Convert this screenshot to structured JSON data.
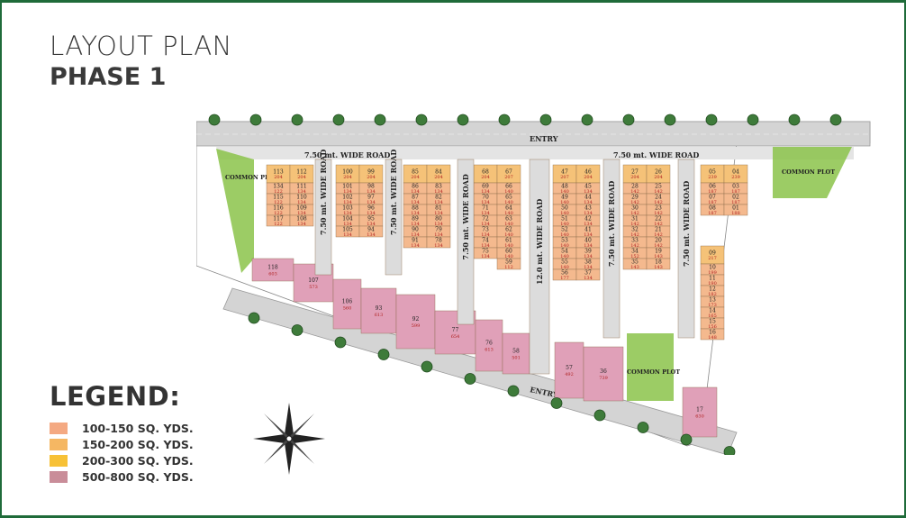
{
  "header": {
    "title": "LAYOUT PLAN",
    "subtitle": "PHASE 1"
  },
  "legend": {
    "title": "LEGEND:",
    "items": [
      {
        "label": "100-150 SQ. YDS.",
        "color": "#f4a982"
      },
      {
        "label": "150-200 SQ. YDS.",
        "color": "#f5b763"
      },
      {
        "label": "200-300 SQ. YDS.",
        "color": "#f7c136"
      },
      {
        "label": "500-800 SQ. YDS.",
        "color": "#c98d99"
      }
    ]
  },
  "map": {
    "entry_top": "ENTRY",
    "entry_bottom": "ENTRY",
    "road_top_left": "7.50 mt. WIDE ROAD",
    "road_top_right": "7.50 mt. WIDE ROAD",
    "road_v1": "7.50 mt. WIDE ROAD",
    "road_v2": "7.50 mt. WIDE ROAD",
    "road_v3": "7.50 mt. WIDE ROAD",
    "road_main": "12.0 mt. WIDE ROAD",
    "road_v4": "7.50 mt. WIDE ROAD",
    "road_v5": "7.50 mt. WIDE ROAD",
    "common_plot_left": "COMMON PLOT",
    "common_plot_right": "COMMON PLOT",
    "common_plot_bottom": "COMMON PLOT",
    "colors": {
      "small": "#f4b98e",
      "medium": "#f5c278",
      "large": "#e0a0b8",
      "park": "#8bc34a",
      "road": "#dcdcdc"
    },
    "small_blocks": [
      {
        "plots": [
          [
            "113",
            "204"
          ],
          [
            "134",
            "122"
          ],
          [
            "115",
            "122"
          ],
          [
            "116",
            "122"
          ],
          [
            "117",
            "122"
          ]
        ],
        "col2": [
          [
            "112",
            "204"
          ],
          [
            "111",
            "134"
          ],
          [
            "110",
            "134"
          ],
          [
            "109",
            "134"
          ],
          [
            "108",
            "134"
          ]
        ]
      },
      {
        "plots": [
          [
            "100",
            "204"
          ],
          [
            "101",
            "134"
          ],
          [
            "102",
            "134"
          ],
          [
            "103",
            "134"
          ],
          [
            "104",
            "134"
          ],
          [
            "105",
            "134"
          ]
        ],
        "col2": [
          [
            "99",
            "204"
          ],
          [
            "98",
            "134"
          ],
          [
            "97",
            "134"
          ],
          [
            "96",
            "134"
          ],
          [
            "95",
            "134"
          ],
          [
            "94",
            "134"
          ]
        ]
      },
      {
        "plots": [
          [
            "85",
            "204"
          ],
          [
            "86",
            "134"
          ],
          [
            "87",
            "134"
          ],
          [
            "88",
            "134"
          ],
          [
            "89",
            "134"
          ],
          [
            "90",
            "134"
          ],
          [
            "91",
            "134"
          ]
        ],
        "col2": [
          [
            "84",
            "204"
          ],
          [
            "83",
            "134"
          ],
          [
            "82",
            "134"
          ],
          [
            "81",
            "134"
          ],
          [
            "80",
            "134"
          ],
          [
            "79",
            "134"
          ],
          [
            "78",
            "134"
          ]
        ]
      },
      {
        "plots": [
          [
            "68",
            "204"
          ],
          [
            "69",
            "134"
          ],
          [
            "70",
            "134"
          ],
          [
            "71",
            "134"
          ],
          [
            "72",
            "134"
          ],
          [
            "73",
            "134"
          ],
          [
            "74",
            "134"
          ],
          [
            "75",
            "134"
          ]
        ],
        "col2": [
          [
            "67",
            "207"
          ],
          [
            "66",
            "140"
          ],
          [
            "65",
            "140"
          ],
          [
            "64",
            "140"
          ],
          [
            "63",
            "140"
          ],
          [
            "62",
            "140"
          ],
          [
            "61",
            "140"
          ],
          [
            "60",
            "140"
          ],
          [
            "59",
            "112"
          ]
        ]
      },
      {
        "plots": [
          [
            "47",
            "207"
          ],
          [
            "48",
            "140"
          ],
          [
            "49",
            "140"
          ],
          [
            "50",
            "140"
          ],
          [
            "51",
            "140"
          ],
          [
            "52",
            "140"
          ],
          [
            "53",
            "140"
          ],
          [
            "54",
            "140"
          ],
          [
            "55",
            "140"
          ],
          [
            "56",
            "177"
          ]
        ],
        "col2": [
          [
            "46",
            "204"
          ],
          [
            "45",
            "134"
          ],
          [
            "44",
            "134"
          ],
          [
            "43",
            "134"
          ],
          [
            "42",
            "134"
          ],
          [
            "41",
            "134"
          ],
          [
            "40",
            "134"
          ],
          [
            "39",
            "134"
          ],
          [
            "38",
            "134"
          ],
          [
            "37",
            "134"
          ]
        ]
      },
      {
        "plots": [
          [
            "27",
            "204"
          ],
          [
            "28",
            "142"
          ],
          [
            "29",
            "142"
          ],
          [
            "30",
            "142"
          ],
          [
            "31",
            "142"
          ],
          [
            "32",
            "142"
          ],
          [
            "33",
            "142"
          ],
          [
            "34",
            "152"
          ],
          [
            "35",
            "143"
          ]
        ],
        "col2": [
          [
            "26",
            "204"
          ],
          [
            "25",
            "142"
          ],
          [
            "24",
            "142"
          ],
          [
            "23",
            "142"
          ],
          [
            "22",
            "142"
          ],
          [
            "21",
            "142"
          ],
          [
            "20",
            "142"
          ],
          [
            "19",
            "143"
          ],
          [
            "18",
            "143"
          ]
        ]
      },
      {
        "plots": [
          [
            "05",
            "239"
          ],
          [
            "06",
            "187"
          ],
          [
            "07",
            "187"
          ],
          [
            "08",
            "187"
          ]
        ],
        "col2": [
          [
            "04",
            "239"
          ],
          [
            "03",
            "187"
          ],
          [
            "02",
            "187"
          ],
          [
            "01",
            "188"
          ]
        ]
      },
      {
        "plots": [
          [
            "09",
            "217"
          ],
          [
            "10",
            "199"
          ],
          [
            "11",
            "190"
          ],
          [
            "12",
            "182"
          ],
          [
            "13",
            "173"
          ],
          [
            "14",
            "165"
          ],
          [
            "15",
            "156"
          ],
          [
            "16",
            "148"
          ]
        ],
        "col2": []
      }
    ],
    "large_plots": [
      [
        "118",
        "603"
      ],
      [
        "107",
        "573"
      ],
      [
        "106",
        "560"
      ],
      [
        "93",
        "613"
      ],
      [
        "92",
        "599"
      ],
      [
        "77",
        "654"
      ],
      [
        "76",
        "613"
      ],
      [
        "58",
        "501"
      ],
      [
        "57",
        "492"
      ],
      [
        "36",
        "739"
      ],
      [
        "17",
        "630"
      ]
    ]
  }
}
